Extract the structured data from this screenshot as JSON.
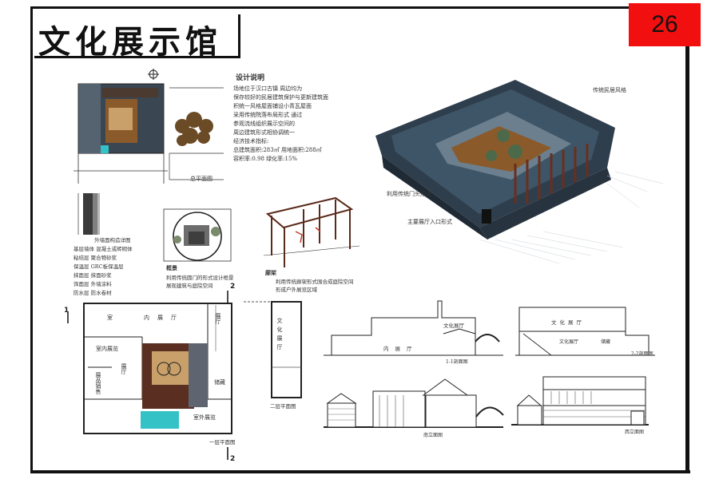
{
  "sheet": {
    "title": "文化展示馆",
    "number": "26"
  },
  "design_notes": {
    "heading": "设计说明",
    "lines": [
      "场地位于汉口古镇 周边均为",
      "保存较好的民居建筑保护与更新建筑面",
      "积统一风格屋面铺设小青瓦屋面",
      "采用传统院落布局形式 通过",
      "参观流线组织展示空间的",
      "周边建筑形式相协调统一",
      "经济技术指标:",
      "总建筑面积:283㎡    用地面积:288㎡",
      "容积率:0.98         绿化率:15%"
    ]
  },
  "materials": {
    "title": "外墙面构造详图",
    "items": [
      "基层墙体    混凝土或砖砌体",
      "粘结层      聚合物砂浆",
      "保温层      GRC板保温层",
      "抹面层      抹面砂浆",
      "饰面层      外墙涂料",
      "防水层      防水卷材"
    ]
  },
  "labels": {
    "site_plan": "总平面图",
    "window_title": "框景",
    "window_desc": "利用传统圆门的形式设计框景",
    "window_desc2": "展现建筑与庭院空间",
    "pergola_title": "廊架",
    "pergola_desc": "利用传统廊架形式围合成庭院空间",
    "pergola_desc2": "形成户外展览区域",
    "floor1_plan": "一层平面图",
    "floor2_plan": "二层平面图",
    "section": "1-1剖面图",
    "section2": "2-2剖面图",
    "south_elev": "南立面图",
    "west_elev": "西立面图",
    "aerial_note1": "传统民居风格",
    "aerial_note2": "利用传统门头形式",
    "aerial_note3": "主要展厅入口形式",
    "room_exhibit": "展厅",
    "room_inner_exhibit": "内展厅",
    "room_indoor": "室",
    "room_display": "室内展览",
    "room_shop": "展品销售",
    "room_outdoor": "室外展览",
    "room_store": "储藏",
    "room_culture": "文化展厅",
    "room_culture2": "文化展厅",
    "marker1": "1",
    "marker2": "2"
  },
  "colors": {
    "badge": "#f20f0f",
    "roof": "#2f3e4c",
    "timber": "#8a5a2b",
    "timber_light": "#c9a06a",
    "accent_red": "#c0392b",
    "water": "#35c2c6"
  }
}
